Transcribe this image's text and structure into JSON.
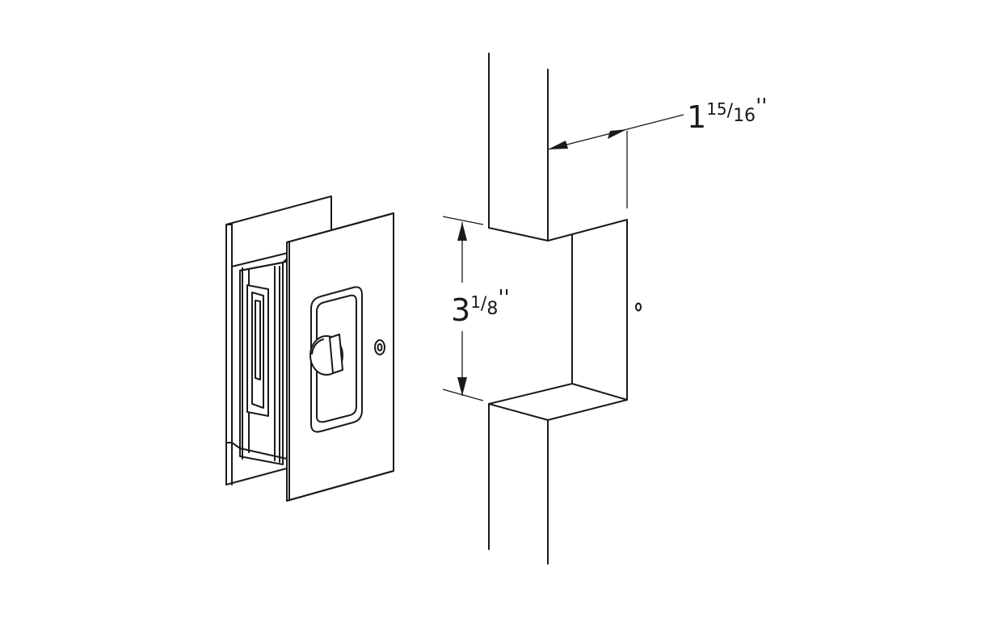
{
  "dimensions": {
    "depth": {
      "whole": "1",
      "numerator": "15",
      "slash": "/",
      "denominator": "16",
      "unit": "''"
    },
    "height": {
      "whole": "3",
      "numerator": "1",
      "slash": "/",
      "denominator": "8",
      "unit": "''"
    }
  },
  "colors": {
    "line": "#1a1a1a",
    "background": "#ffffff"
  }
}
